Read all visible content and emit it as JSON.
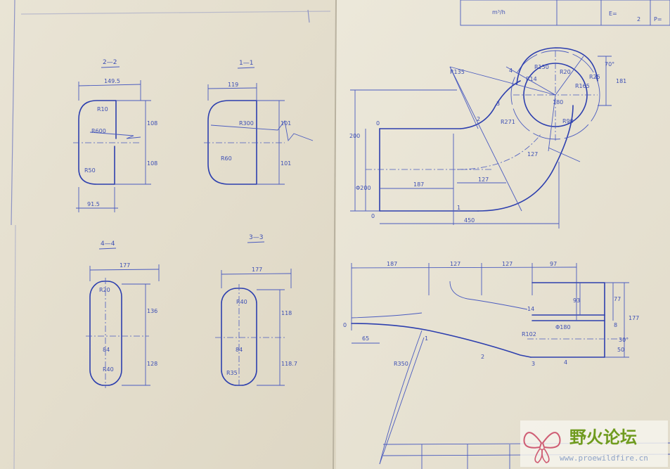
{
  "sections": {
    "s22": {
      "label": "2—2",
      "width": "149.5",
      "r_top": "R10",
      "r_mid": "R600",
      "r_bot": "R50",
      "h_top": "108",
      "h_bot": "108",
      "bottom": "91.5"
    },
    "s11": {
      "label": "1—1",
      "width": "119",
      "r_mid": "R300",
      "r_bot": "R60",
      "h_top": "101",
      "h_bot": "101"
    },
    "s44": {
      "label": "4—4",
      "width": "177",
      "r_top": "R20",
      "center": "84",
      "r_bot": "R40",
      "h_top": "136",
      "h_bot": "128"
    },
    "s33": {
      "label": "3—3",
      "width": "177",
      "r_top": "R40",
      "center": "84",
      "r_bot": "R35",
      "h_top": "118",
      "h_bot": "118.7"
    }
  },
  "plan_view": {
    "dims": {
      "h200": "200",
      "phi200": "Φ200",
      "len187": "187",
      "len127": "127",
      "len127b": "127",
      "len450": "450",
      "r271": "R271",
      "r135": "R135",
      "r150": "R150",
      "r165": "R165",
      "r14": "R14",
      "r20": "R20",
      "r25": "R25",
      "a70": "70°",
      "d181": "181",
      "d180": "180",
      "r90": "R90"
    },
    "marks": {
      "o1": "0",
      "o2": "0",
      "n1": "1",
      "n2": "2",
      "n3": "3",
      "n4": "4"
    }
  },
  "elevation_view": {
    "dims": {
      "l187": "187",
      "l127": "127",
      "l127b": "127",
      "l97": "97",
      "l65": "65",
      "r350": "R350",
      "r102": "R102",
      "phi180": "Φ180",
      "h93": "93",
      "h77": "77",
      "h177": "177",
      "ang30": "30°",
      "d8": "8",
      "d14": "14",
      "d50": "50"
    },
    "marks": {
      "o": "0",
      "n1": "1",
      "n2": "2",
      "n3": "3",
      "n4": "4"
    }
  },
  "title_block": {
    "unit": "m³/h",
    "e": "E=",
    "num": "2",
    "pe": "P="
  },
  "watermark": {
    "title": "野火论坛",
    "url": "www.proewildfire.cn"
  },
  "colors": {
    "paper": "#e6e0cf",
    "ink": "#2d3fae",
    "logo": "#6f9b1e"
  }
}
